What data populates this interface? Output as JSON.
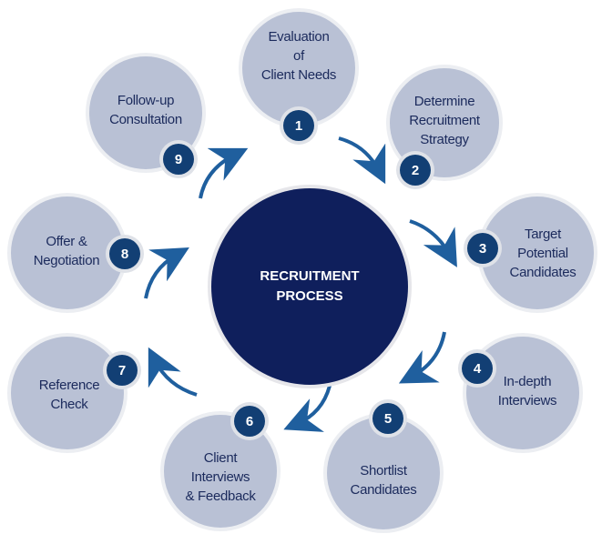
{
  "diagram": {
    "title": "RECRUITMENT\nPROCESS",
    "colors": {
      "hub": "#0f1f5c",
      "step_circle": "#b9c1d5",
      "step_text": "#1b2a5c",
      "badge": "#123f74",
      "arrow": "#1f5f9e"
    },
    "steps": [
      {
        "number": "1",
        "label": "Evaluation\nof\nClient Needs"
      },
      {
        "number": "2",
        "label": "Determine\nRecruitment\nStrategy"
      },
      {
        "number": "3",
        "label": "Target\nPotential\nCandidates"
      },
      {
        "number": "4",
        "label": "In-depth\nInterviews"
      },
      {
        "number": "5",
        "label": "Shortlist\nCandidates"
      },
      {
        "number": "6",
        "label": "Client\nInterviews\n& Feedback"
      },
      {
        "number": "7",
        "label": "Reference\nCheck"
      },
      {
        "number": "8",
        "label": "Offer &\nNegotiation"
      },
      {
        "number": "9",
        "label": "Follow-up\nConsultation"
      }
    ]
  }
}
